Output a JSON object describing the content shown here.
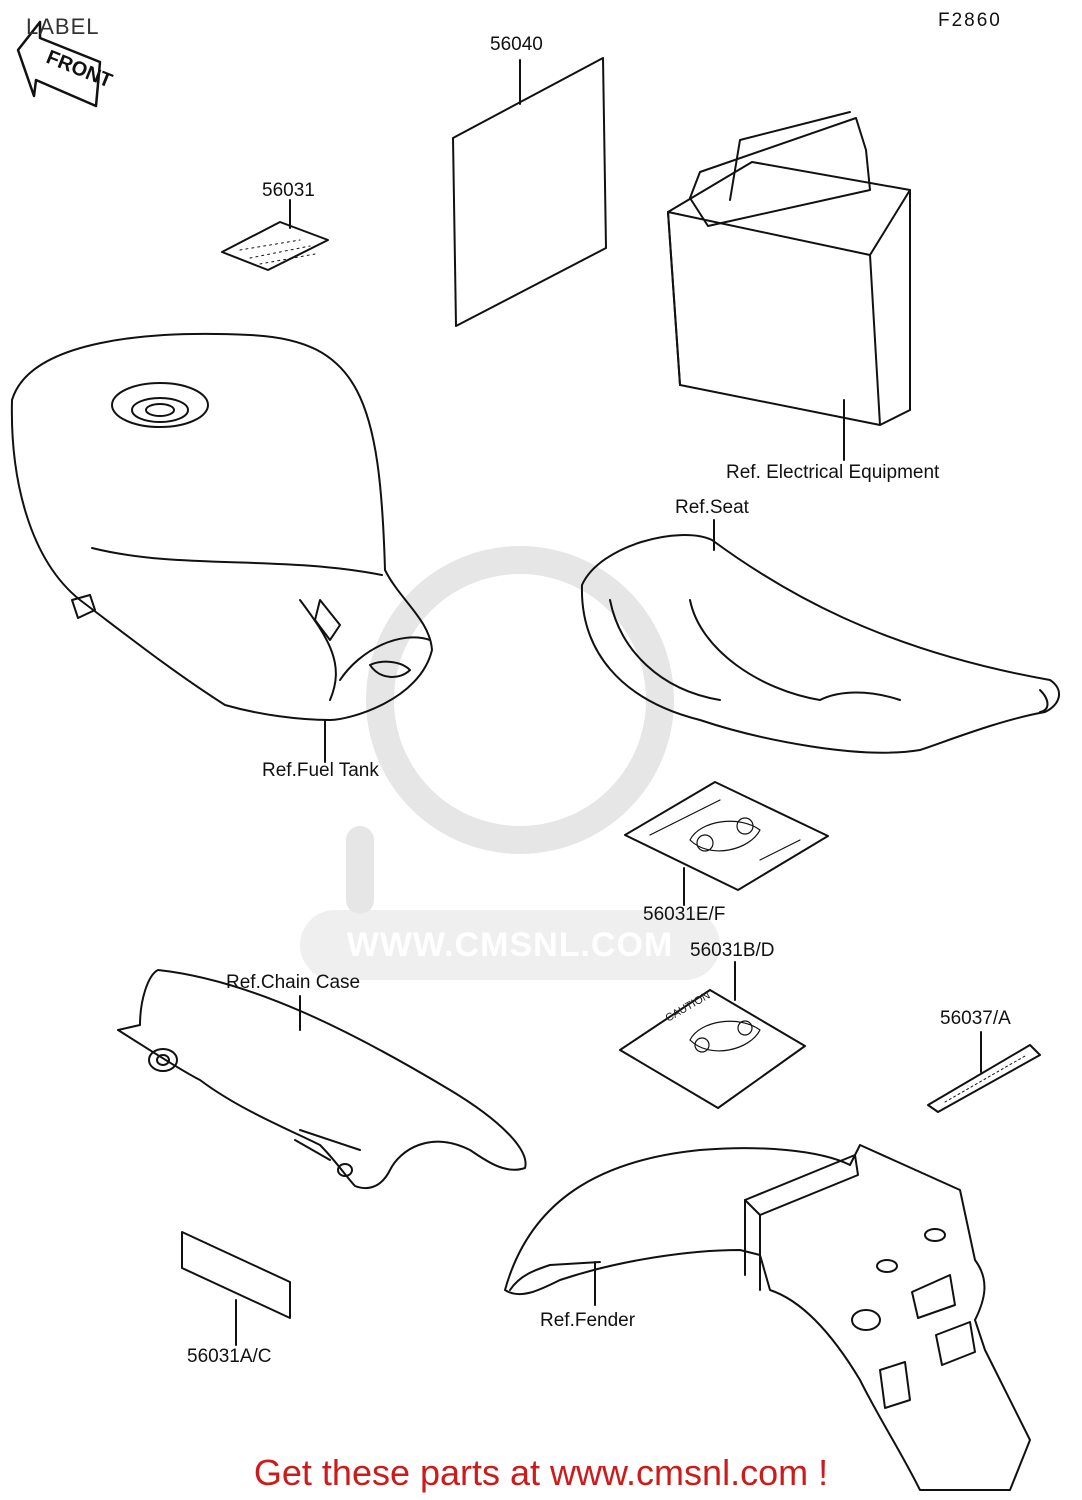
{
  "header": {
    "title": "LABEL",
    "figure_code": "F2860"
  },
  "front_arrow": {
    "text": "FRONT"
  },
  "callouts": {
    "p56040": "56040",
    "p56031": "56031",
    "electrical": "Ref. Electrical Equipment",
    "seat": "Ref.Seat",
    "fuel_tank": "Ref.Fuel Tank",
    "p56031EF": "56031E/F",
    "p56031BD": "56031B/D",
    "chain_case": "Ref.Chain Case",
    "p56037A": "56037/A",
    "p56031AC": "56031A/C",
    "fender": "Ref.Fender"
  },
  "decal_text": {
    "caution": "CAUTION"
  },
  "watermark": {
    "text": "WWW.CMSNL.COM"
  },
  "footer": {
    "text": "Get these parts at www.cmsnl.com !"
  }
}
